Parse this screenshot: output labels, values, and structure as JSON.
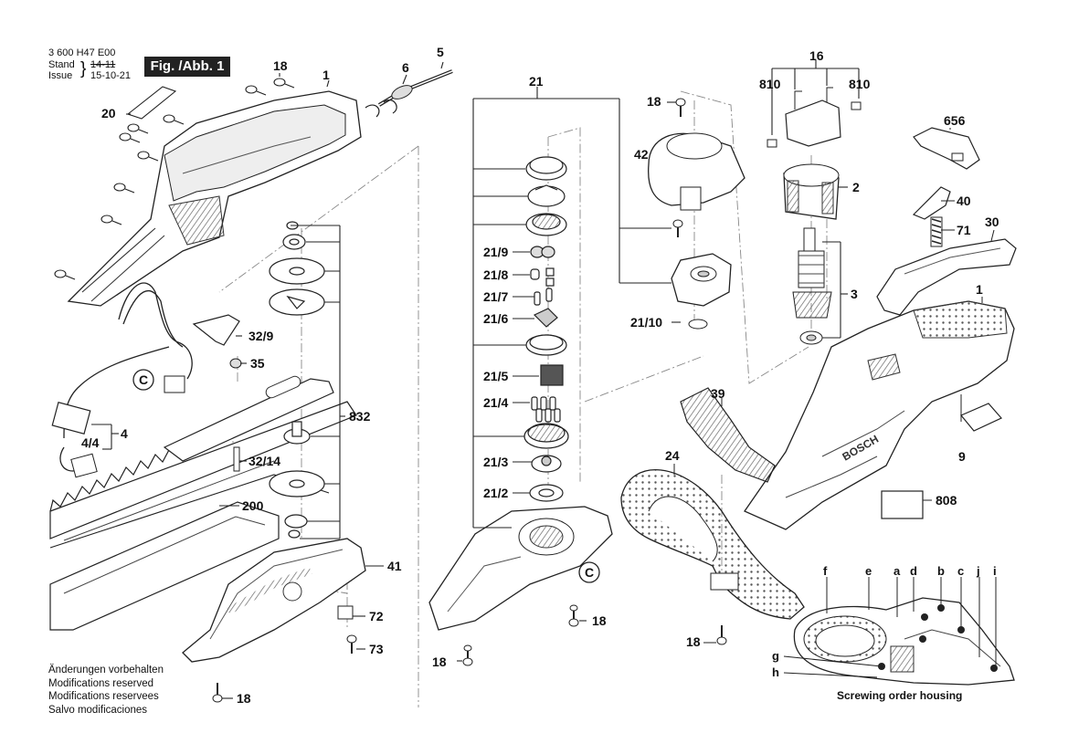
{
  "header": {
    "doc_number": "3 600 H47 E00",
    "stand_label": "Stand",
    "issue_label": "Issue",
    "stand_old": "14-11",
    "issue_date": "15-10-21",
    "figure": "Fig. /Abb. 1"
  },
  "notes": [
    "Änderungen vorbehalten",
    "Modifications reserved",
    "Modifications reservees",
    "Salvo modificaciones"
  ],
  "caption": "Screwing order housing",
  "labels": {
    "p1a": "1",
    "p1b": "1",
    "p2": "2",
    "p3": "3",
    "p4": "4",
    "p44": "4/4",
    "p5": "5",
    "p6": "6",
    "p9": "9",
    "p16": "16",
    "p18a": "18",
    "p18b": "18",
    "p18c": "18",
    "p18d": "18",
    "p18e": "18",
    "p18f": "18",
    "p20": "20",
    "p21": "21",
    "p21_1": "21/10",
    "p21_9": "21/9",
    "p21_8": "21/8",
    "p21_7": "21/7",
    "p21_6": "21/6",
    "p21_5": "21/5",
    "p21_4": "21/4",
    "p21_3": "21/3",
    "p21_2": "21/2",
    "p24": "24",
    "p30": "30",
    "p32_9": "32/9",
    "p32_14": "32/14",
    "p35": "35",
    "p39": "39",
    "p40": "40",
    "p41": "41",
    "p42": "42",
    "p71": "71",
    "p72": "72",
    "p73": "73",
    "p200": "200",
    "p656": "656",
    "p808": "808",
    "p810a": "810",
    "p810b": "810",
    "p832": "832",
    "c1": "C",
    "c2": "C"
  },
  "order_letters": {
    "f": "f",
    "e": "e",
    "a": "a",
    "d": "d",
    "b": "b",
    "c": "c",
    "j": "j",
    "i": "i",
    "g": "g",
    "h": "h"
  },
  "brand_text": "BOSCH"
}
